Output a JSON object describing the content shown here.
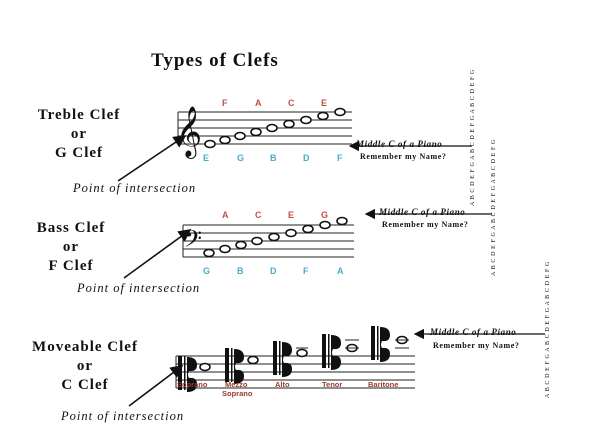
{
  "title": "Types of Clefs",
  "treble": {
    "name_lines": [
      "Treble Clef",
      "or",
      "G Clef"
    ],
    "space_letters": [
      "F",
      "A",
      "C",
      "E"
    ],
    "line_letters": [
      "E",
      "G",
      "B",
      "D",
      "F"
    ],
    "middle_c": "Middle C of a Piano",
    "remember": "Remember my Name?",
    "vertical": "A B C D E F G A B C D E F G A B C D E F G"
  },
  "bass": {
    "name_lines": [
      "Bass Clef",
      "or",
      "F Clef"
    ],
    "space_letters": [
      "A",
      "C",
      "E",
      "G"
    ],
    "line_letters": [
      "G",
      "B",
      "D",
      "F",
      "A"
    ],
    "middle_c": "Middle C of a Piano",
    "remember": "Remember my Name?",
    "vertical": "A B C D E F G A B C D E F G A B C D E F G"
  },
  "moveable": {
    "name_lines": [
      "Moveable Clef",
      "or",
      "C Clef"
    ],
    "voices": [
      "Soprano",
      "Mezzo",
      "Soprano",
      "Alto",
      "Tenor",
      "Baritone"
    ],
    "middle_c": "Middle C of a Piano",
    "remember": "Remember my Name?",
    "vertical": "A B C D E F G A B C D E F G A B C D E F G"
  },
  "point_of_intersection": "Point of intersection",
  "colors": {
    "space_letters": "#c0504d",
    "line_letters": "#4bacc6",
    "voice_labels": "#9b3a2e"
  }
}
